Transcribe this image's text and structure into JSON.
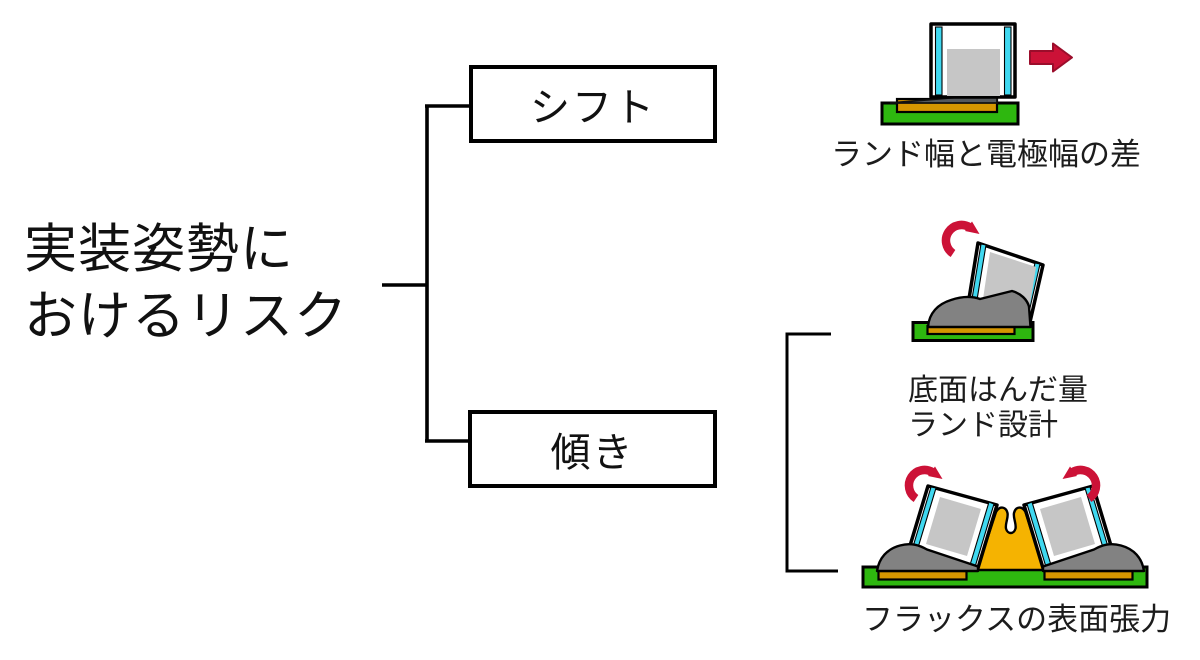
{
  "title": {
    "label": "実装姿勢に\nおけるリスク"
  },
  "tree": {
    "branches": [
      {
        "label": "シフト",
        "cause_caption": "ランド幅と電極幅の差"
      },
      {
        "label": "傾き",
        "cause_captions": [
          "底面はんだ量\nランド設計",
          "フラックスの表面張力"
        ]
      }
    ]
  },
  "icons": {
    "shift_arrow": "right-block-arrow",
    "tilt_arrow": "clockwise-rotation-arrow",
    "tombstone_left_arrow": "clockwise-rotation-arrow",
    "tombstone_right_arrow": "counterclockwise-rotation-arrow"
  },
  "colors": {
    "pcb_green": "#2eb70f",
    "land_orange": "#d59600",
    "flux_yellow": "#f5b301",
    "electrode_cyan": "#40d8f0",
    "solder_dark": "#54585c",
    "solder_gray": "#828282",
    "chip_gray": "#c6c6c6",
    "arrow_red": "#cc1237"
  }
}
